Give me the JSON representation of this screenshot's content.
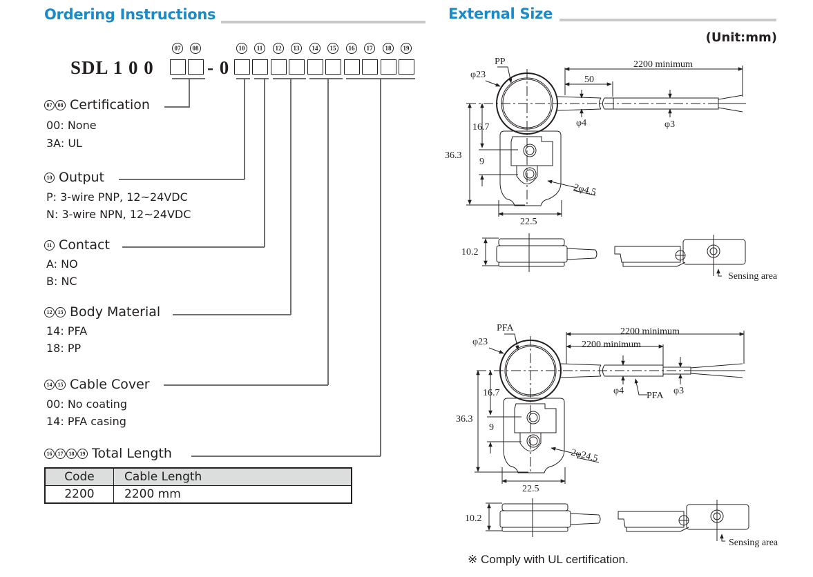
{
  "ordering": {
    "title": "Ordering Instructions",
    "model_prefix": "SDL 1 0 0",
    "separator": "- 0",
    "position_markers": [
      "07",
      "08",
      "10",
      "11",
      "12",
      "13",
      "14",
      "15",
      "16",
      "17",
      "18",
      "19"
    ],
    "groups": [
      {
        "markers": [
          "07",
          "08"
        ],
        "label": "Certification",
        "options": [
          "00: None",
          "3A: UL"
        ]
      },
      {
        "markers": [
          "10"
        ],
        "label": "Output",
        "options": [
          "P: 3-wire PNP, 12~24VDC",
          "N: 3-wire NPN, 12~24VDC"
        ]
      },
      {
        "markers": [
          "11"
        ],
        "label": "Contact",
        "options": [
          "A: NO",
          "B: NC"
        ]
      },
      {
        "markers": [
          "12",
          "13"
        ],
        "label": "Body Material",
        "options": [
          "14: PFA",
          "18: PP"
        ]
      },
      {
        "markers": [
          "14",
          "15"
        ],
        "label": "Cable Cover",
        "options": [
          "00: No coating",
          "14: PFA casing"
        ]
      },
      {
        "markers": [
          "16",
          "17",
          "18",
          "19"
        ],
        "label": "Total Length",
        "options": []
      }
    ],
    "length_table": {
      "headers": [
        "Code",
        "Cable Length"
      ],
      "rows": [
        [
          "2200",
          "2200 mm"
        ]
      ]
    }
  },
  "external": {
    "title": "External Size",
    "unit": "(Unit:mm)",
    "drawing_pp": {
      "material_label": "PP",
      "diameter": "φ23",
      "cable_length": "2200 minimum",
      "cable_segment": "50",
      "cable_dia_1": "φ4",
      "cable_dia_2": "φ3",
      "height_total": "36.3",
      "height_center": "16.7",
      "hole_pitch": "9",
      "hole_spec": "2φ4.5",
      "width": "22.5",
      "thickness": "10.2",
      "sensing_label": "Sensing area"
    },
    "drawing_pfa": {
      "material_label": "PFA",
      "diameter": "φ23",
      "cable_length": "2200 minimum",
      "cable_segment": "2200 minimum",
      "cable_dia_1": "φ4",
      "cable_cover_label": "PFA",
      "cable_dia_2": "φ3",
      "height_total": "36.3",
      "height_center": "16.7",
      "hole_pitch": "9",
      "hole_spec": "2φ24.5",
      "width": "22.5",
      "thickness": "10.2",
      "sensing_label": "Sensing area"
    },
    "note": "※ Comply with UL certification."
  }
}
